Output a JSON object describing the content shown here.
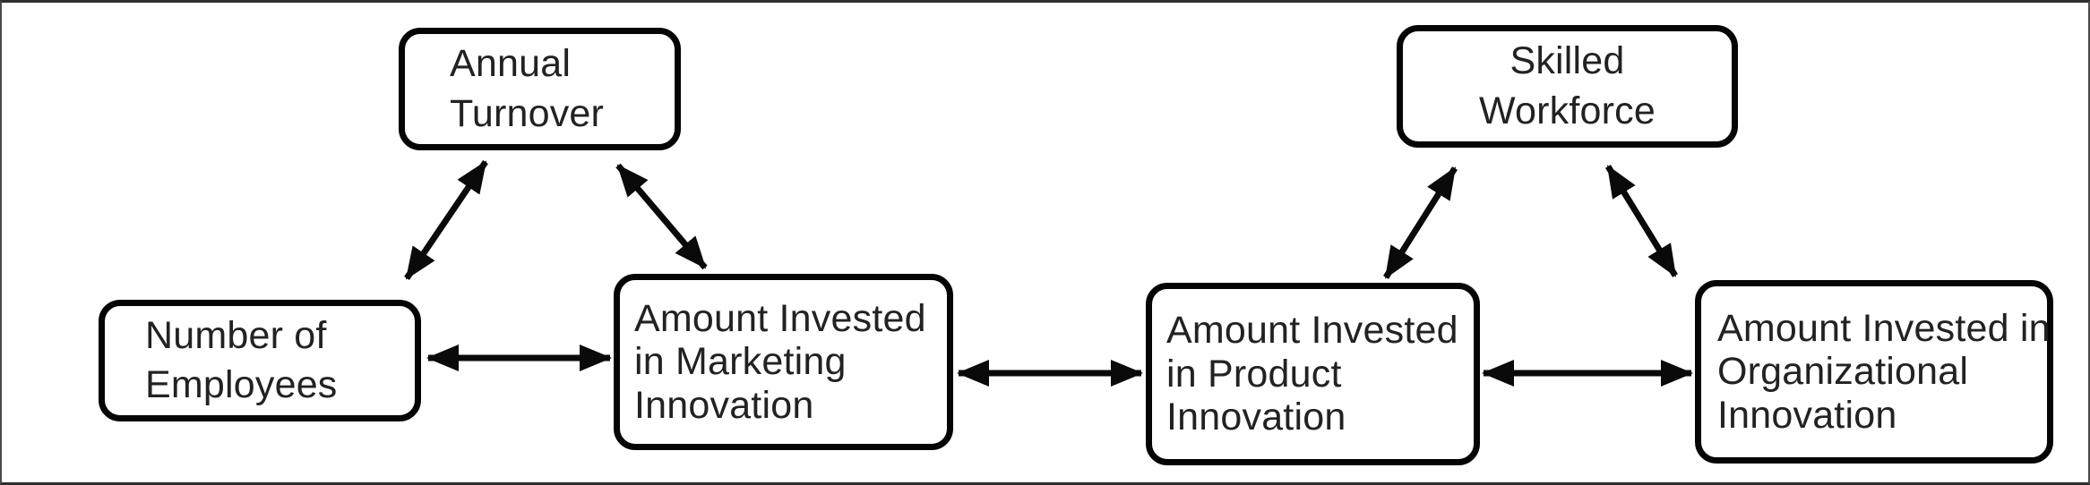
{
  "diagram": {
    "nodes": {
      "annual_turnover": {
        "lines": [
          "Annual",
          "Turnover"
        ]
      },
      "skilled_workforce": {
        "lines": [
          "Skilled",
          "Workforce"
        ]
      },
      "number_of_employees": {
        "lines": [
          "Number of",
          "Employees"
        ]
      },
      "marketing_innovation": {
        "lines": [
          "Amount Invested",
          "in Marketing",
          "Innovation"
        ]
      },
      "product_innovation": {
        "lines": [
          "Amount Invested",
          "in Product",
          "Innovation"
        ]
      },
      "organizational_innovation": {
        "lines": [
          "Amount Invested in",
          "Organizational",
          "Innovation"
        ]
      }
    },
    "connections": [
      {
        "from": "Annual Turnover",
        "to": "Number of Employees",
        "bidirectional": true
      },
      {
        "from": "Annual Turnover",
        "to": "Amount Invested in Marketing Innovation",
        "bidirectional": true
      },
      {
        "from": "Number of Employees",
        "to": "Amount Invested in Marketing Innovation",
        "bidirectional": true
      },
      {
        "from": "Amount Invested in Marketing Innovation",
        "to": "Amount Invested in Product Innovation",
        "bidirectional": true
      },
      {
        "from": "Skilled Workforce",
        "to": "Amount Invested in Product Innovation",
        "bidirectional": true
      },
      {
        "from": "Skilled Workforce",
        "to": "Amount Invested in Organizational Innovation",
        "bidirectional": true
      },
      {
        "from": "Amount Invested in Product Innovation",
        "to": "Amount Invested in Organizational Innovation",
        "bidirectional": true
      }
    ],
    "colors": {
      "background": "#ffffff",
      "frame_border": "#2e2e2e",
      "node_border": "#050505",
      "node_fill": "#ffffff",
      "text": "#222222",
      "arrow": "#0a0a0a"
    }
  }
}
